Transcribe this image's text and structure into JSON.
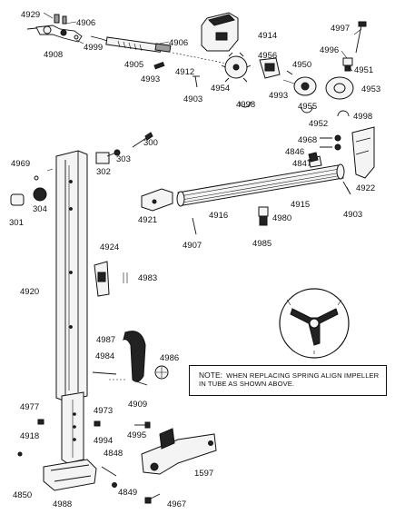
{
  "diagram": {
    "labels": {
      "l4929": "4929",
      "l4906a": "4906",
      "l4999": "4999",
      "l4908": "4908",
      "l4906b": "4906",
      "l4914": "4914",
      "l4997": "4997",
      "l4996": "4996",
      "l4905": "4905",
      "l4993a": "4993",
      "l4912": "4912",
      "l4956": "4956",
      "l4950": "4950",
      "l4951": "4951",
      "l4954": "4954",
      "l4993b": "4993",
      "l4953": "4953",
      "l4903a": "4903",
      "l4998a": "4998",
      "l4955": "4955",
      "l4952": "4952",
      "l4998b": "4998",
      "l300": "300",
      "l4968": "4968",
      "l4846": "4846",
      "l4847": "4847",
      "l4969": "4969",
      "l303": "303",
      "l302": "302",
      "l4922": "4922",
      "l4915": "4915",
      "l304": "304",
      "l4921": "4921",
      "l4916": "4916",
      "l4980": "4980",
      "l4903b": "4903",
      "l301": "301",
      "l4907": "4907",
      "l4985": "4985",
      "l4924": "4924",
      "l4983": "4983",
      "l4920": "4920",
      "l4987": "4987",
      "l4984": "4984",
      "l4986": "4986",
      "l4909": "4909",
      "l4977": "4977",
      "l4973": "4973",
      "l4918": "4918",
      "l4995": "4995",
      "l4994": "4994",
      "l4848": "4848",
      "l1597": "1597",
      "l4850": "4850",
      "l4849": "4849",
      "l4988": "4988",
      "l4967": "4967"
    },
    "note": {
      "key": "NOTE:",
      "text": "WHEN REPLACING SPRING ALIGN IMPELLER IN TUBE AS SHOWN ABOVE."
    }
  }
}
